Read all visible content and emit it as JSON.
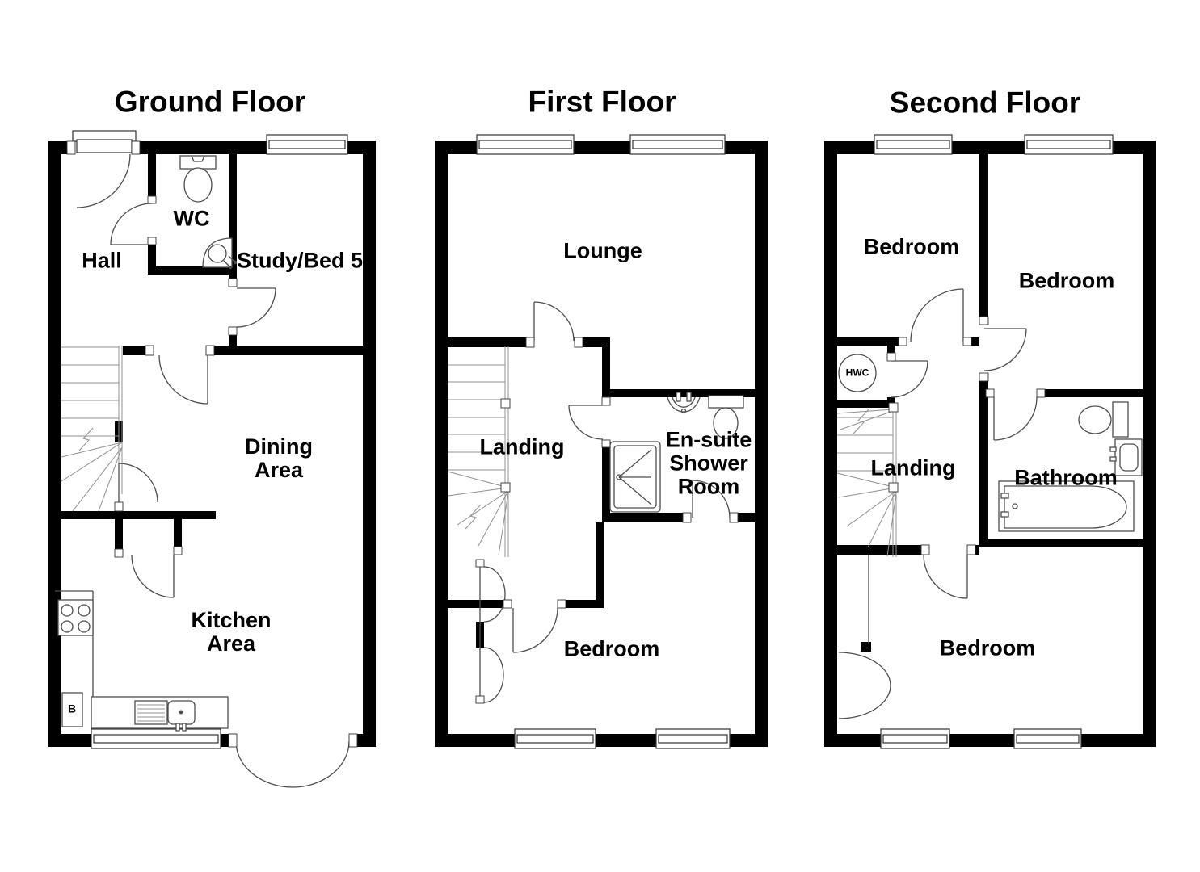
{
  "colors": {
    "wall": "#000000",
    "fixture_line": "#4d4d4d",
    "stair_line": "#909090",
    "text": "#000000",
    "background": "#ffffff"
  },
  "floors": [
    {
      "title": "Ground Floor",
      "rooms": [
        {
          "label": "Hall"
        },
        {
          "label": "WC"
        },
        {
          "label": "Study/Bed 5"
        },
        {
          "label": "Dining\nArea"
        },
        {
          "label": "Kitchen\nArea"
        }
      ],
      "fixtures": [
        {
          "label": "B"
        }
      ]
    },
    {
      "title": "First Floor",
      "rooms": [
        {
          "label": "Lounge"
        },
        {
          "label": "Landing"
        },
        {
          "label": "En-suite\nShower\nRoom"
        },
        {
          "label": "Bedroom"
        }
      ],
      "fixtures": []
    },
    {
      "title": "Second Floor",
      "rooms": [
        {
          "label": "Bedroom"
        },
        {
          "label": "Bedroom"
        },
        {
          "label": "Landing"
        },
        {
          "label": "Bathroom"
        },
        {
          "label": "Bedroom"
        }
      ],
      "fixtures": [
        {
          "label": "HWC"
        }
      ]
    }
  ]
}
